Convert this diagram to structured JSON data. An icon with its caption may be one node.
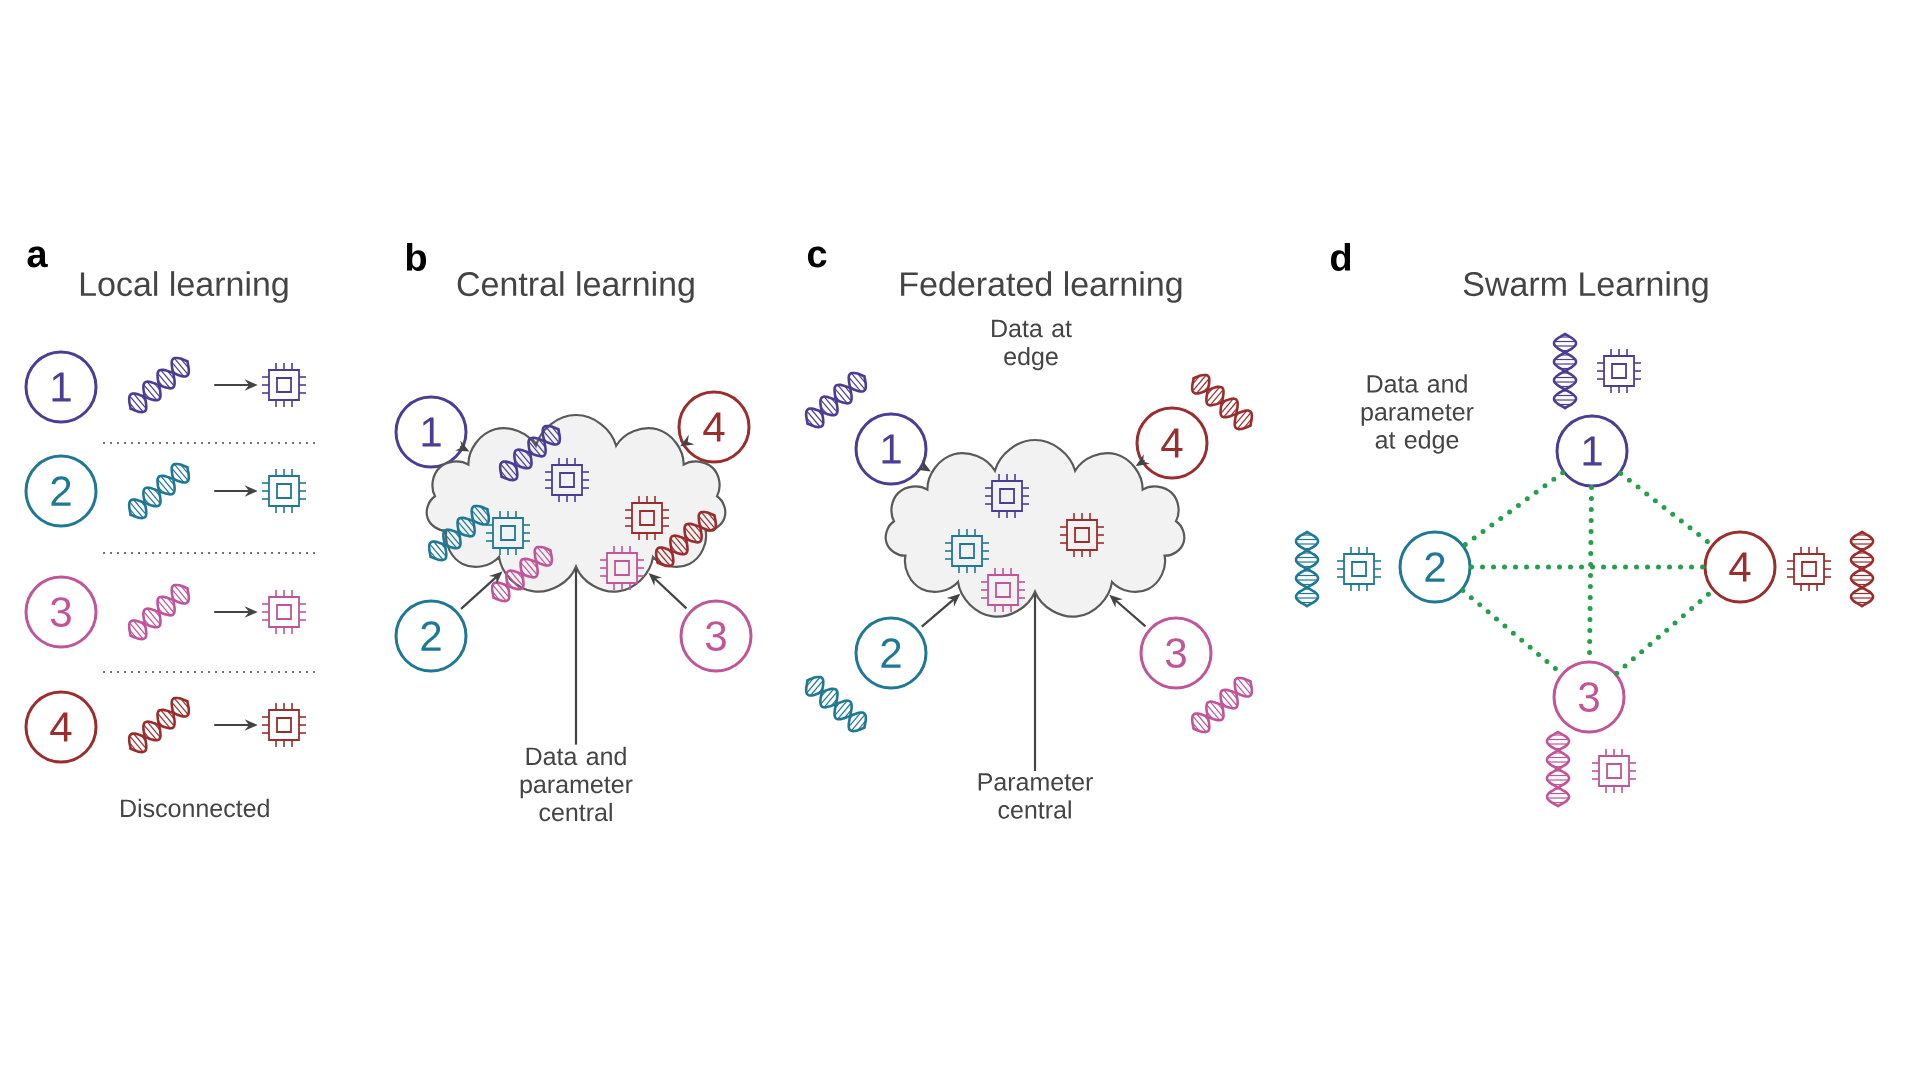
{
  "diagram": {
    "nodes": [
      {
        "text": [
          "1"
        ]
      },
      {
        "text": [],
        "shape": "dna"
      },
      {
        "text": [],
        "shape": "chip"
      },
      {
        "text": [
          "2"
        ]
      },
      {
        "text": [],
        "shape": "dna"
      },
      {
        "text": [],
        "shape": "chip"
      },
      {
        "text": [
          "3"
        ]
      },
      {
        "text": [],
        "shape": "dna"
      },
      {
        "text": [],
        "shape": "chip"
      },
      {
        "text": [
          "4"
        ]
      },
      {
        "text": [],
        "shape": "dna"
      },
      {
        "text": [],
        "shape": "chip"
      },
      {
        "text": [
          "1"
        ]
      },
      {
        "text": [
          "4"
        ]
      },
      {
        "text": [],
        "shape": "cloud"
      },
      {
        "text": [
          "2"
        ]
      },
      {
        "text": [
          "3"
        ]
      },
      {
        "text": [
          "Data and parameter central"
        ]
      },
      {
        "text": [
          "1"
        ]
      },
      {
        "text": [
          "4"
        ]
      },
      {
        "text": [],
        "shape": "cloud"
      },
      {
        "text": [
          "2"
        ]
      },
      {
        "text": [
          "3"
        ]
      },
      {
        "text": [
          "Parameter central"
        ]
      },
      {
        "text": [
          "1"
        ]
      },
      {
        "text": [
          "2"
        ]
      },
      {
        "text": [
          "4"
        ]
      },
      {
        "text": [
          "3"
        ]
      }
    ],
    "edges": [
      {
        "from": 1,
        "to": 2,
        "arrow": "to"
      },
      {
        "from": 4,
        "to": 5,
        "arrow": "to"
      },
      {
        "from": 7,
        "to": 8,
        "arrow": "to"
      },
      {
        "from": 10,
        "to": 11,
        "arrow": "to"
      },
      {
        "from": 12,
        "to": 14,
        "arrow": "to"
      },
      {
        "from": 13,
        "to": 14,
        "arrow": "to"
      },
      {
        "from": 15,
        "to": 14,
        "arrow": "to"
      },
      {
        "from": 16,
        "to": 14,
        "arrow": "to"
      },
      {
        "from": 17,
        "to": 14,
        "arrow": "none"
      },
      {
        "from": 18,
        "to": 20,
        "arrow": "to"
      },
      {
        "from": 19,
        "to": 20,
        "arrow": "to"
      },
      {
        "from": 21,
        "to": 20,
        "arrow": "to"
      },
      {
        "from": 22,
        "to": 20,
        "arrow": "to"
      },
      {
        "from": 23,
        "to": 20,
        "arrow": "none"
      },
      {
        "from": 24,
        "to": 25,
        "arrow": "none",
        "style": "dashed",
        "color": "#22a04b"
      },
      {
        "from": 24,
        "to": 26,
        "arrow": "none",
        "style": "dashed",
        "color": "#22a04b"
      },
      {
        "from": 24,
        "to": 27,
        "arrow": "none",
        "style": "dashed",
        "color": "#22a04b"
      },
      {
        "from": 25,
        "to": 26,
        "arrow": "none",
        "style": "dashed",
        "color": "#22a04b"
      },
      {
        "from": 25,
        "to": 27,
        "arrow": "none",
        "style": "dashed",
        "color": "#22a04b"
      },
      {
        "from": 27,
        "to": 26,
        "arrow": "none",
        "style": "dashed",
        "color": "#22a04b"
      }
    ],
    "labels": [
      "a",
      "Local learning",
      "b",
      "Central learning",
      "c",
      "Federated learning",
      "d",
      "Swarm Learning",
      "Data at edge",
      "Data and parameter at edge",
      "Disconnected"
    ]
  }
}
